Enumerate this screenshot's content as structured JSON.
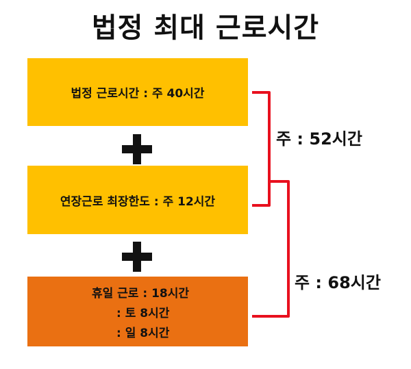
{
  "title": "법정 최대 근로시간",
  "boxes": [
    {
      "text": "법정 근로시간 : 주 40시간",
      "color": "#FFC000"
    },
    {
      "text": "연장근로 최장한도 : 주 12시간",
      "color": "#FFC000"
    },
    {
      "text": "휴일 근로 : 18시간",
      "sub1": ": 토 8시간",
      "sub2": ": 일 8시간",
      "color": "#EA7012"
    }
  ],
  "totals": [
    "주 : 52시간",
    "주 : 68시간"
  ],
  "colors": {
    "bracket": "#E8101E",
    "plus": "#111111"
  }
}
